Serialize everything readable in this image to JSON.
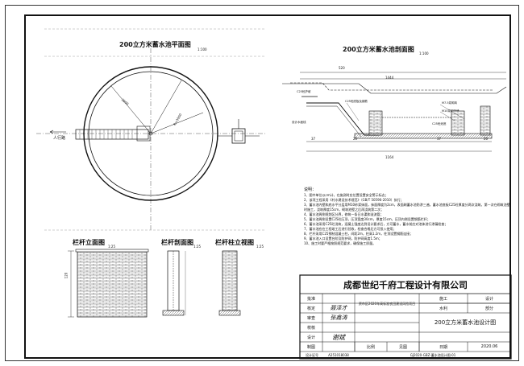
{
  "plan": {
    "title": "200立方米蓄水池平面图",
    "scale": "1:100",
    "inlet_label": "人行路",
    "radius_label": "R=3000",
    "dim_label": "3600"
  },
  "section": {
    "title": "200立方米蓄水池剖面图",
    "scale": "1:100",
    "dim_top": "520",
    "dim_total": "1444",
    "dim_bottom_total": "1164",
    "dim_bottom_parts": [
      "37",
      "20",
      "37",
      "20"
    ],
    "callouts": [
      "C25砼护坡",
      "C25砼底板及钢筋",
      "M7.5浆砌砖",
      "M10浆砌砖墙",
      "C25砼池底",
      "设计水面线"
    ]
  },
  "railing": {
    "front_title": "栏杆立面图",
    "front_scale": "1:25",
    "section_title": "栏杆剖面图",
    "section_scale": "1:25",
    "side_title": "栏杆柱立视图",
    "side_scale": "1:25",
    "height_label": "120"
  },
  "notes_title": "说明：",
  "notes": [
    "1、图中单位以cm计，在施测时应位置设置安全警示标志；",
    "2、该项工程采用《村水建设技术规范》（GB/T 50596-2010）执行；",
    "3、蓄水池内壁和底水平分层用M10砂浆抹面，抹面厚度为2cm，表面刷蓄水池防渗三遍，蓄水池底板C25砼厚度分两次浇筑，第一次在砌筑池壁时施工，浇筑厚度15cm，砌筑池壁之后再浇筑第二次；",
    "4、蓄水池周侧规划区分界，修筑一条日水渠和溢流管；",
    "5、蓄水池周侧设置C25砼压顶，压顶宽度30cm，厚度15cm，压顶内侧设置钢筋栏杆；",
    "6、蓄水池采用C25砼浇筑，混凝土强度达到设计要求后，方可蓄水，蓄水前应对池体进行渗漏检查；",
    "7、蓄水池应在工程竣工后进行验收，检查合格后方可投入使用；",
    "8、栏杆采用C25预制混凝土柱，间距2m，柱高1.2m，柱顶设置钢筋连接；",
    "9、蓄水池入口设置台阶及防护网，防护网高度1.5m；",
    "10、施工时要严格按照规范要求，确保施工质量。"
  ],
  "title_block": {
    "company": "成都世纪千府工程设计有限公司",
    "project": "资市区2020年高标准农田建设风险项目",
    "stage_label": "施工",
    "stage_value": "设计",
    "dept_label": "水利",
    "dept_value": "部分",
    "drawing_name": "200立方米蓄水池设计图",
    "roles": [
      "批准",
      "核定",
      "审查",
      "校核",
      "设计",
      "制图",
      "设计证号"
    ],
    "cert_no": "A251018038",
    "scale_label": "比例",
    "scale_value": "见图",
    "date_label": "日期",
    "date_value": "2020.06",
    "drawing_no": "GJ2020-GBZ-蓄水池设计图-01",
    "signatures": [
      "聂泽才",
      "张鑫涛",
      "谢斌"
    ]
  }
}
